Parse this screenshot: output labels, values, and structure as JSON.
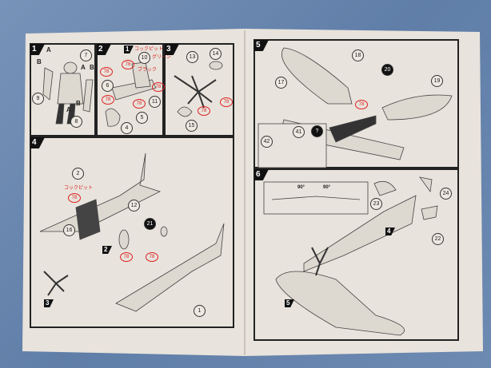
{
  "steps": {
    "s1": {
      "number": "1",
      "parts": [
        "7",
        "9",
        "8"
      ],
      "letters": [
        "A",
        "B",
        "A",
        "B",
        "B",
        "A"
      ]
    },
    "s2": {
      "number": "2",
      "sub": "1",
      "parts": [
        "10",
        "6",
        "11",
        "5",
        "4"
      ],
      "red_labels": [
        "78",
        "78",
        "78",
        "78",
        "78"
      ],
      "notes": [
        "コックピット",
        "グリーン",
        "ブラック"
      ]
    },
    "s3": {
      "number": "3",
      "parts": [
        "13",
        "14",
        "15"
      ],
      "red_labels": [
        "78",
        "78"
      ]
    },
    "s4": {
      "number": "4",
      "parts": [
        "2",
        "12",
        "21",
        "16",
        "1"
      ],
      "sub_markers": [
        "2",
        "3"
      ],
      "red_labels": [
        "78",
        "78",
        "78"
      ],
      "notes": [
        "コックピット"
      ]
    },
    "s5": {
      "number": "5",
      "parts": [
        "18",
        "17",
        "19",
        "20",
        "42",
        "41"
      ],
      "red_labels": [
        "78"
      ],
      "help": "?"
    },
    "s6": {
      "number": "6",
      "parts": [
        "23",
        "24",
        "22"
      ],
      "sub_markers": [
        "4",
        "5"
      ],
      "angles": [
        "90°",
        "90°"
      ]
    }
  },
  "colors": {
    "background": "#6a88b0",
    "paper": "#e8e3dc",
    "ink": "#222222",
    "annotation": "#dd2222"
  }
}
